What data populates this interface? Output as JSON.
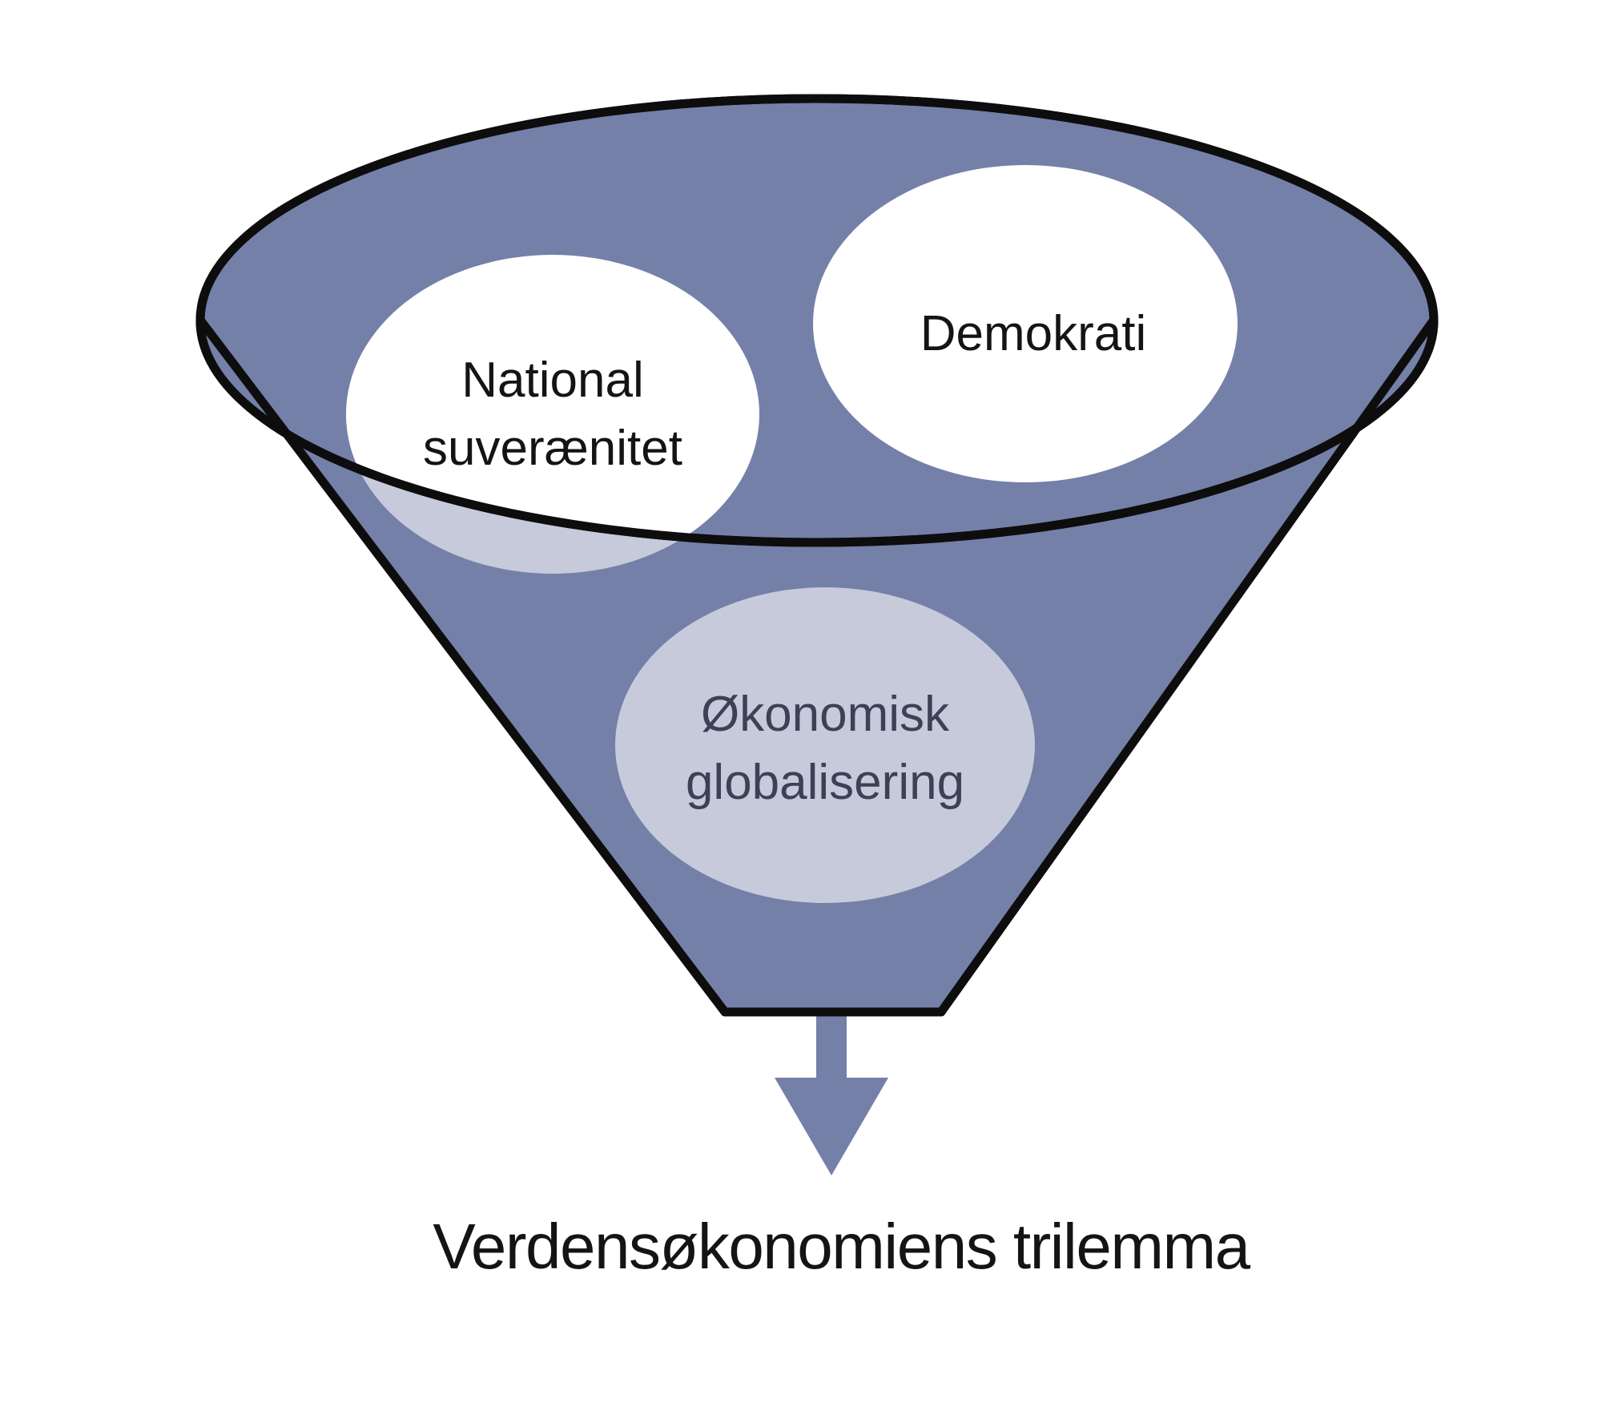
{
  "diagram": {
    "caption": "Verdensøkonomiens trilemma",
    "bubbles": {
      "national": {
        "line1": "National",
        "line2": "suverænitet"
      },
      "demokrati": {
        "line1": "Demokrati"
      },
      "okonomisk": {
        "line1": "Økonomisk",
        "line2": "globalisering"
      }
    },
    "colors": {
      "funnel": "#7480A8",
      "bubble_white": "#FFFFFF",
      "bubble_shaded": "#C6CADA",
      "outline": "#0D0D0D",
      "ink": "#141414",
      "ink_muted": "#3C4255",
      "background": "#FFFFFF"
    }
  }
}
